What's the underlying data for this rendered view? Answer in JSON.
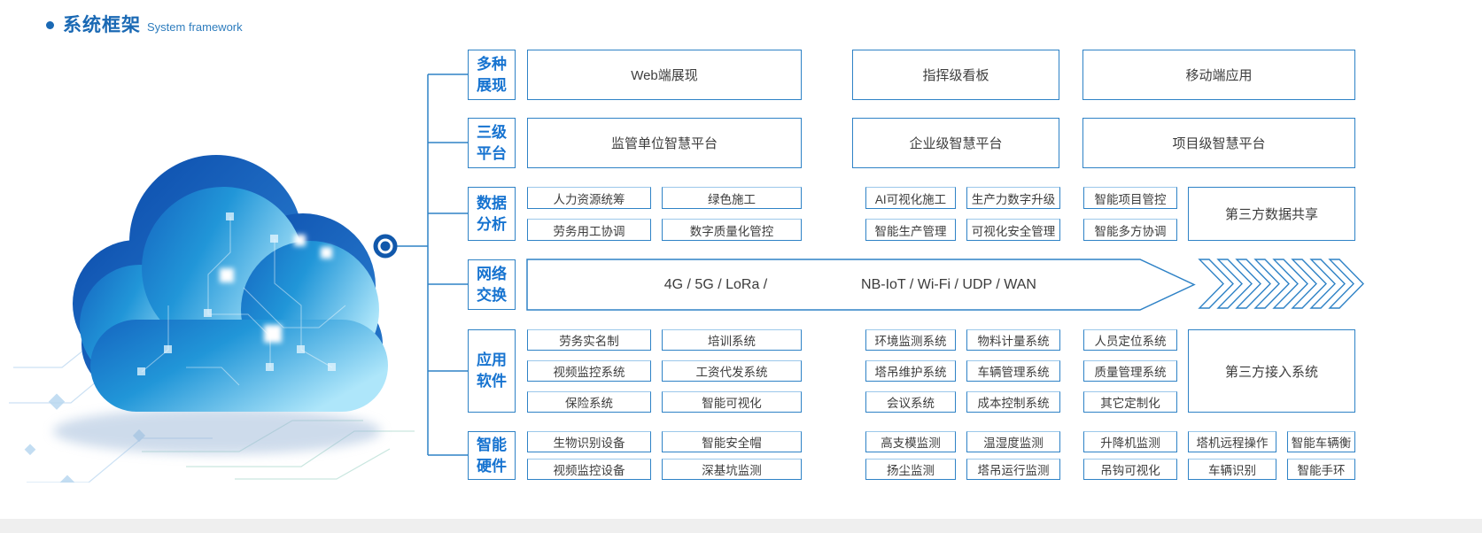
{
  "header": {
    "title_cn": "系统框架",
    "title_en": "System framework"
  },
  "colors": {
    "accent": "#2e82c6",
    "label_text": "#1673d0",
    "title_blue": "#1a69b4",
    "box_text": "#3d3d3d",
    "band_gray": "#efefef"
  },
  "network": {
    "text_left": "4G / 5G / LoRa /",
    "text_right": "NB-IoT / Wi-Fi / UDP / WAN"
  },
  "rows": {
    "display": {
      "label": "多种展现",
      "boxes": [
        "Web端展现",
        "指挥级看板",
        "移动端应用"
      ]
    },
    "platform": {
      "label": "三级平台",
      "boxes": [
        "监管单位智慧平台",
        "企业级智慧平台",
        "项目级智慧平台"
      ]
    },
    "data": {
      "label": "数据分析",
      "left": [
        [
          "人力资源统筹",
          "劳务用工协调"
        ],
        [
          "绿色施工",
          "数字质量化管控"
        ]
      ],
      "right": [
        [
          "AI可视化施工",
          "智能生产管理"
        ],
        [
          "生产力数字升级",
          "可视化安全管理"
        ],
        [
          "智能项目管控",
          "智能多方协调"
        ]
      ],
      "tall": "第三方数据共享"
    },
    "network_row": {
      "label": "网络交换"
    },
    "software": {
      "label": "应用软件",
      "left": [
        [
          "劳务实名制",
          "视频监控系统",
          "保险系统"
        ],
        [
          "培训系统",
          "工资代发系统",
          "智能可视化"
        ]
      ],
      "right": [
        [
          "环境监测系统",
          "塔吊维护系统",
          "会议系统"
        ],
        [
          "物料计量系统",
          "车辆管理系统",
          "成本控制系统"
        ],
        [
          "人员定位系统",
          "质量管理系统",
          "其它定制化"
        ]
      ],
      "tall": "第三方接入系统"
    },
    "hardware": {
      "label": "智能硬件",
      "cols": [
        [
          "生物识别设备",
          "视频监控设备"
        ],
        [
          "智能安全帽",
          "深基坑监测"
        ],
        [
          "高支模监测",
          "扬尘监测"
        ],
        [
          "温湿度监测",
          "塔吊运行监测"
        ],
        [
          "升降机监测",
          "吊钩可视化"
        ],
        [
          "塔机远程操作",
          "车辆识别"
        ],
        [
          "智能车辆衡",
          "智能手环"
        ]
      ]
    }
  }
}
